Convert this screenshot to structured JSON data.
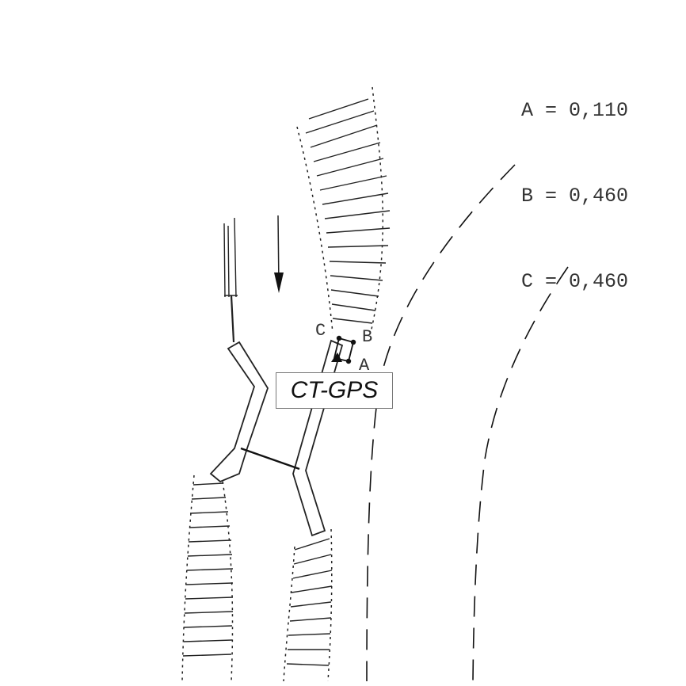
{
  "legend": {
    "a": "A = 0,110",
    "b": "B = 0,460",
    "c": "C = 0,460"
  },
  "points": {
    "a": "A",
    "b": "B",
    "c": "C"
  },
  "label": "CT-GPS"
}
